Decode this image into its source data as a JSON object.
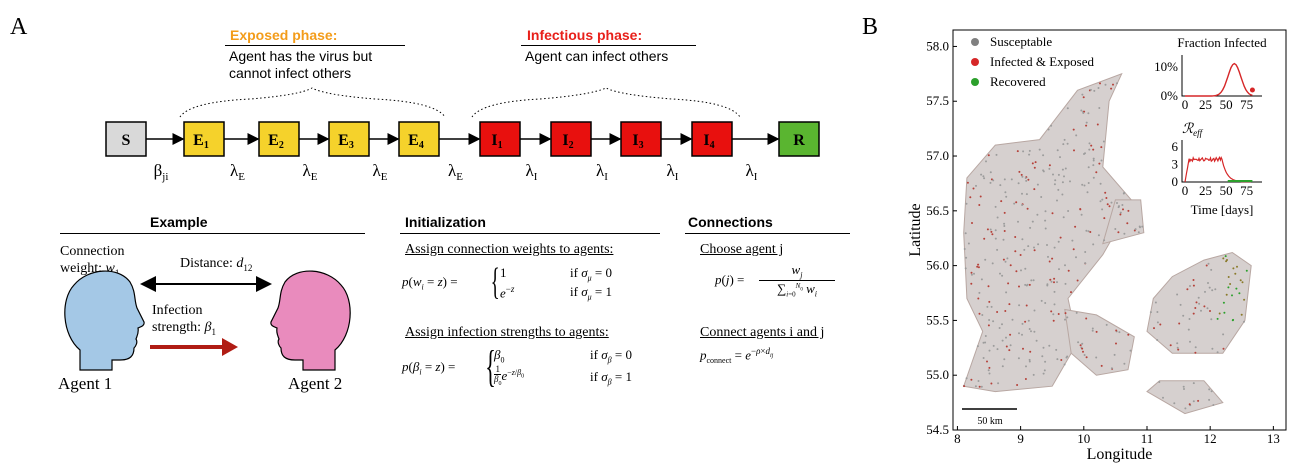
{
  "panel_a": {
    "letter": "A",
    "exposed": {
      "title": "Exposed phase:",
      "line1": "Agent has the virus but",
      "line2": "cannot infect others",
      "color": "#f39c1a"
    },
    "infectious": {
      "title": "Infectious phase:",
      "line1": "Agent can infect others",
      "color": "#e8201a"
    },
    "states": [
      {
        "label": "S",
        "sub": "",
        "fill": "#d9d9d9"
      },
      {
        "label": "E",
        "sub": "1",
        "fill": "#f5d22b"
      },
      {
        "label": "E",
        "sub": "2",
        "fill": "#f5d22b"
      },
      {
        "label": "E",
        "sub": "3",
        "fill": "#f5d22b"
      },
      {
        "label": "E",
        "sub": "4",
        "fill": "#f5d22b"
      },
      {
        "label": "I",
        "sub": "1",
        "fill": "#e8100e"
      },
      {
        "label": "I",
        "sub": "2",
        "fill": "#e8100e"
      },
      {
        "label": "I",
        "sub": "3",
        "fill": "#e8100e"
      },
      {
        "label": "I",
        "sub": "4",
        "fill": "#e8100e"
      },
      {
        "label": "R",
        "sub": "",
        "fill": "#5ab530"
      }
    ],
    "rates": [
      {
        "sym": "β",
        "sub": "ji"
      },
      {
        "sym": "λ",
        "sub": "E"
      },
      {
        "sym": "λ",
        "sub": "E"
      },
      {
        "sym": "λ",
        "sub": "E"
      },
      {
        "sym": "λ",
        "sub": "E"
      },
      {
        "sym": "λ",
        "sub": "I"
      },
      {
        "sym": "λ",
        "sub": "I"
      },
      {
        "sym": "λ",
        "sub": "I"
      },
      {
        "sym": "λ",
        "sub": "I"
      }
    ],
    "example": {
      "title": "Example",
      "conn_weight_1": "Connection",
      "conn_weight_2": "weight:",
      "conn_weight_sym": "w",
      "conn_weight_sub": "1",
      "distance_label": "Distance:",
      "distance_sym": "d",
      "distance_sub": "12",
      "infection_1": "Infection",
      "infection_2": "strength:",
      "infection_sym": "β",
      "infection_sub": "1",
      "agent1": "Agent 1",
      "agent2": "Agent 2",
      "agent1_color": "#a4c8e6",
      "agent2_color": "#e98bbd"
    },
    "initialization": {
      "title": "Initialization",
      "weights_heading": "Assign connection weights to agents:",
      "strengths_heading": "Assign infection strengths to agents:"
    },
    "connections": {
      "title": "Connections",
      "choose_heading": "Choose agent j",
      "connect_heading": "Connect agents i and j"
    }
  },
  "panel_b": {
    "letter": "B",
    "xlabel": "Longitude",
    "ylabel": "Latitude",
    "xticks": [
      "8",
      "9",
      "10",
      "11",
      "12",
      "13"
    ],
    "yticks": [
      "54.5",
      "55.0",
      "55.5",
      "56.0",
      "56.5",
      "57.0",
      "57.5",
      "58.0"
    ],
    "legend": [
      {
        "label": "Susceptable",
        "color": "#808080"
      },
      {
        "label": "Infected & Exposed",
        "color": "#d62728"
      },
      {
        "label": "Recovered",
        "color": "#2ca02c"
      }
    ],
    "scalebar": "50 km",
    "inset1": {
      "title": "Fraction Infected",
      "yticks": [
        "0%",
        "10%"
      ],
      "xticks": [
        "0",
        "25",
        "50",
        "75"
      ]
    },
    "inset2": {
      "title": "ℛ",
      "title_sub": "eff",
      "yticks": [
        "0",
        "3",
        "6"
      ],
      "xticks": [
        "0",
        "25",
        "50",
        "75"
      ],
      "xlabel": "Time [days]"
    }
  }
}
